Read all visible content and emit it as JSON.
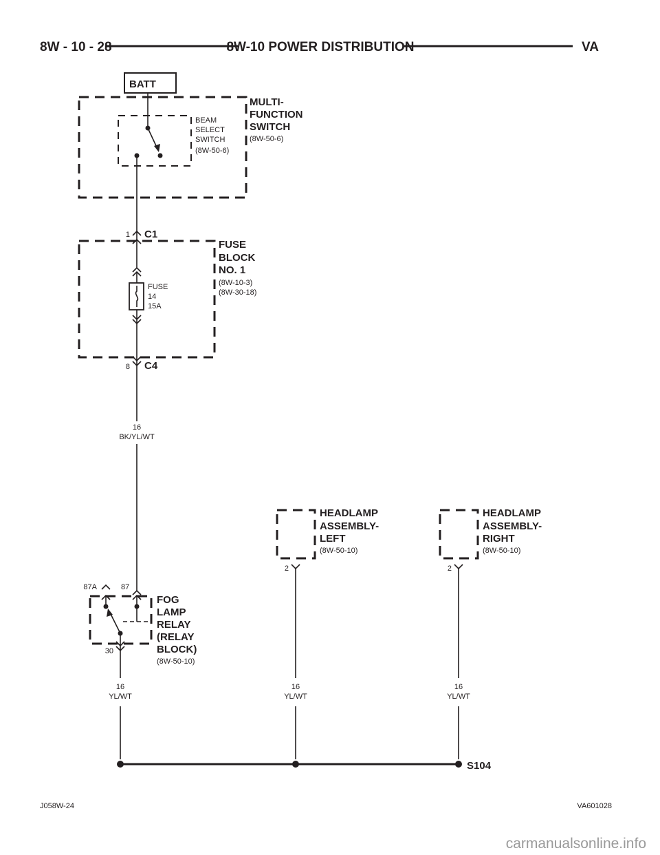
{
  "header": {
    "left": "8W - 10 - 28",
    "title": "8W-10 POWER DISTRIBUTION",
    "right": "VA"
  },
  "batt": {
    "label": "BATT"
  },
  "multifunction_switch": {
    "name_lines": [
      "MULTI-",
      "FUNCTION",
      "SWITCH"
    ],
    "ref": "(8W-50-6)"
  },
  "beam_select_switch": {
    "lines": [
      "BEAM",
      "SELECT",
      "SWITCH"
    ],
    "ref": "(8W-50-6)"
  },
  "fuse_block": {
    "name_lines": [
      "FUSE",
      "BLOCK",
      "NO. 1"
    ],
    "refs": [
      "(8W-10-3)",
      "(8W-30-18)"
    ],
    "c1": {
      "pin": "1",
      "connector": "C1"
    },
    "c4": {
      "pin": "8",
      "connector": "C4"
    },
    "fuse_lines": [
      "FUSE",
      "14",
      "15A"
    ]
  },
  "wire_main": {
    "gauge": "16",
    "color": "BK/YL/WT"
  },
  "headlamp_left": {
    "name_lines": [
      "HEADLAMP",
      "ASSEMBLY-",
      "LEFT"
    ],
    "ref": "(8W-50-10)",
    "pin": "2"
  },
  "headlamp_right": {
    "name_lines": [
      "HEADLAMP",
      "ASSEMBLY-",
      "RIGHT"
    ],
    "ref": "(8W-50-10)",
    "pin": "2"
  },
  "fog_relay": {
    "name_lines": [
      "FOG",
      "LAMP",
      "RELAY",
      "(RELAY",
      "BLOCK)"
    ],
    "ref": "(8W-50-10)",
    "pin_87a": "87A",
    "pin_87": "87",
    "pin_30": "30"
  },
  "wire_relay": {
    "gauge": "16",
    "color": "YL/WT"
  },
  "wire_left": {
    "gauge": "16",
    "color": "YL/WT"
  },
  "wire_right": {
    "gauge": "16",
    "color": "YL/WT"
  },
  "splice": {
    "label": "S104"
  },
  "footer": {
    "left": "J058W-24",
    "right": "VA601028"
  },
  "watermark": "carmanualsonline.info"
}
